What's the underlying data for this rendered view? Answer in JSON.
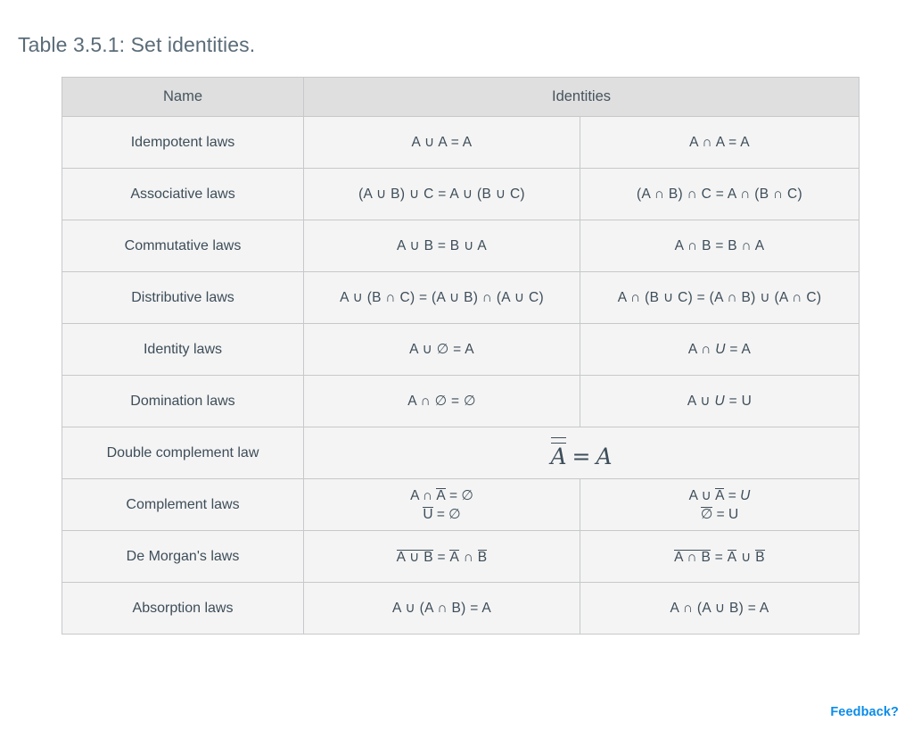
{
  "page": {
    "title": "Table 3.5.1: Set identities.",
    "title_color": "#5a6c79",
    "background": "#ffffff"
  },
  "table": {
    "header_background": "#dfdfdf",
    "cell_background": "#f4f4f4",
    "border_color": "#c6c8ca",
    "text_color": "#3d4d59",
    "headers": [
      "Name",
      "Identities"
    ],
    "rows": [
      {
        "name": "Idempotent laws",
        "left": "A ∪ A = A",
        "right": "A ∩ A = A"
      },
      {
        "name": "Associative laws",
        "left": "(A ∪ B) ∪ C = A ∪ (B ∪ C)",
        "right": "(A ∩ B) ∩ C = A ∩ (B ∩ C)"
      },
      {
        "name": "Commutative laws",
        "left": "A ∪ B = B ∪ A",
        "right": "A ∩ B = B ∩ A"
      },
      {
        "name": "Distributive laws",
        "left": "A ∪ (B ∩ C) = (A ∪ B) ∩ (A ∪ C)",
        "right": "A ∩ (B ∪ C) = (A ∩ B) ∪ (A ∩ C)"
      },
      {
        "name": "Identity laws",
        "left": "A ∪ ∅ = A",
        "right_parts": {
          "pre": "A ∩ ",
          "italic": "U",
          "post": " = A"
        }
      },
      {
        "name": "Domination laws",
        "left": "A ∩ ∅ = ∅",
        "right_parts": {
          "pre": "A ∪ ",
          "italic": "U",
          "post": " = U"
        }
      },
      {
        "name": "Double complement law",
        "math": {
          "overlined": "A",
          "eq": "=",
          "rhs": "A"
        }
      },
      {
        "name": "Complement laws",
        "left_lines": [
          {
            "pre": "A ∩ ",
            "overline": "A",
            "post": " = ∅"
          },
          {
            "pre": "",
            "overline": "U",
            "post": " = ∅"
          }
        ],
        "right_lines": [
          {
            "pre": "A ∪ ",
            "overline": "A",
            "post": " = ",
            "italic_tail": "U"
          },
          {
            "pre": "",
            "overline": "∅",
            "post": " = U"
          }
        ]
      },
      {
        "name": "De Morgan's laws",
        "left_parts": {
          "group": "A ∪ B",
          "eq": " = ",
          "a": "A",
          "op": " ∩ ",
          "b": "B"
        },
        "right_parts": {
          "group": "A ∩ B",
          "eq": " = ",
          "a": "A",
          "op": " ∪ ",
          "b": "B"
        }
      },
      {
        "name": "Absorption laws",
        "left": "A ∪ (A ∩ B) = A",
        "right": "A ∩ (A ∪ B) = A"
      }
    ]
  },
  "feedback": {
    "label": "Feedback?",
    "color": "#0c8ce9"
  }
}
